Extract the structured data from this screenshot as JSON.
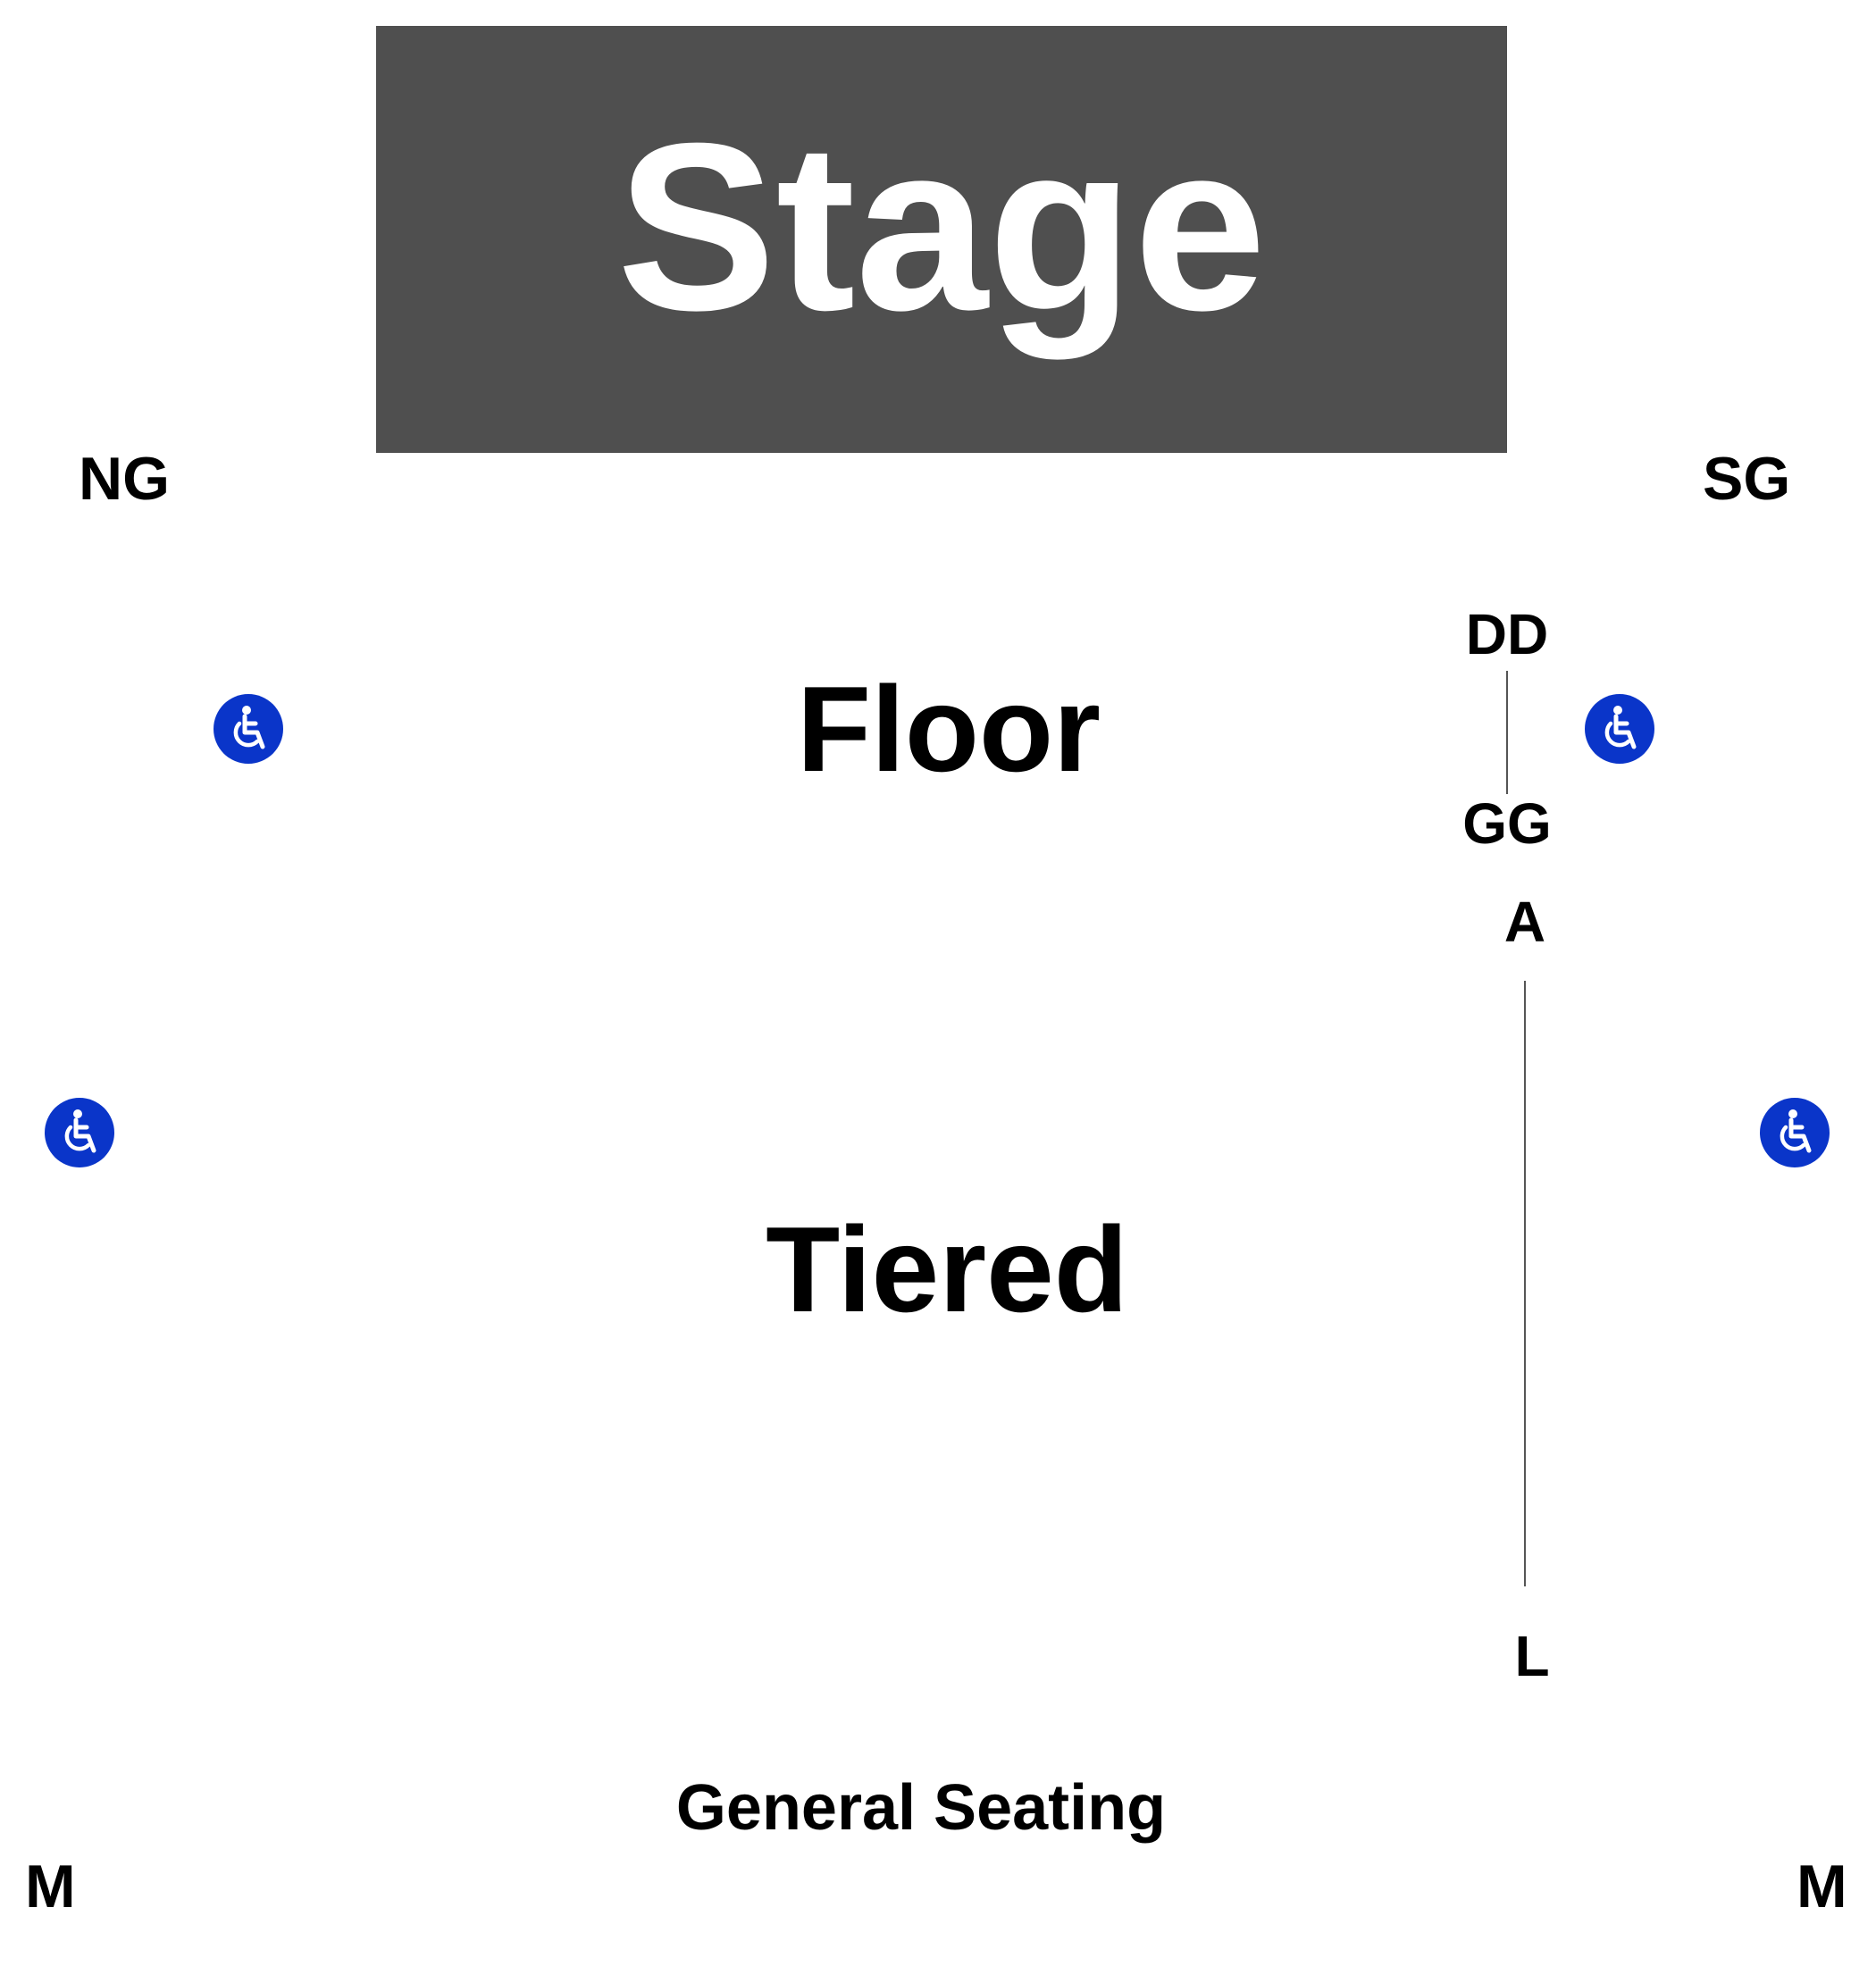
{
  "stage": {
    "label": "Stage",
    "color": "#4f4f4f",
    "text_color": "#ffffff"
  },
  "sections": {
    "floor": "Floor",
    "tiered": "Tiered",
    "general_seating": "General Seating"
  },
  "corners": {
    "ng": "NG",
    "sg": "SG",
    "m_left": "M",
    "m_right": "M"
  },
  "rows": {
    "floor_first": "DD",
    "floor_last": "GG",
    "tiered_first": "A",
    "tiered_last": "L"
  },
  "icons": {
    "accessible": "wheelchair-icon",
    "accessible_color": "#0a35c9"
  }
}
